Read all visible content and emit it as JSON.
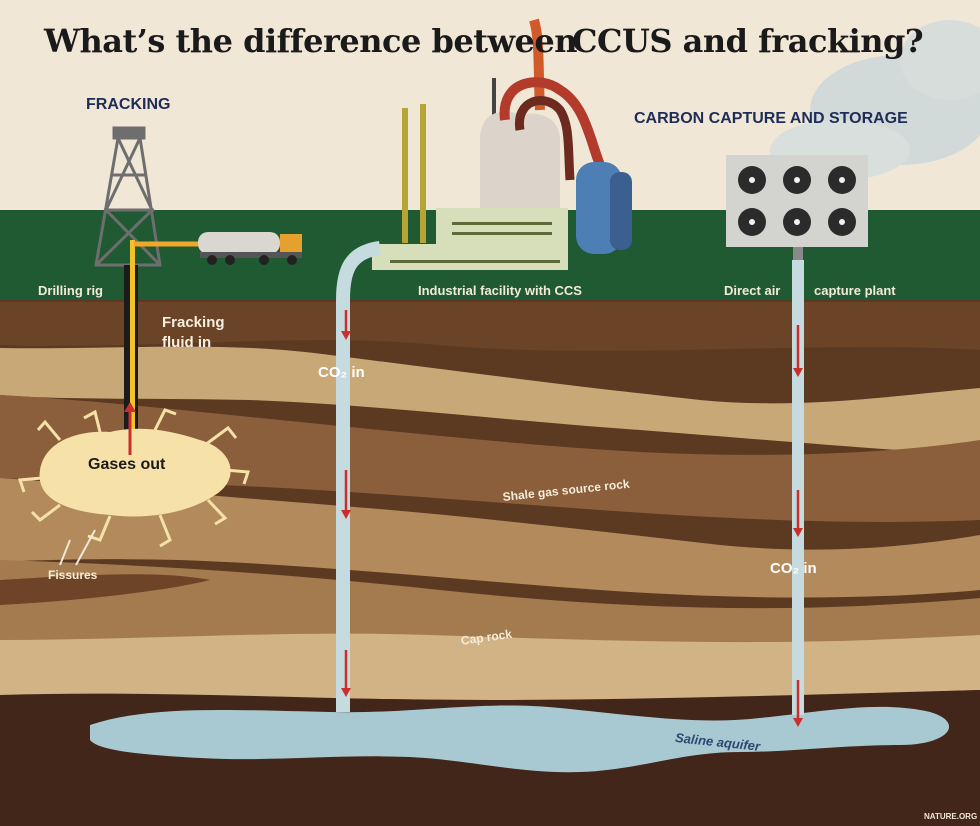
{
  "title": {
    "part1": "What’s the difference between",
    "part2": "CCUS and fracking?"
  },
  "sections": {
    "fracking": "FRACKING",
    "ccs": "CARBON CAPTURE AND STORAGE"
  },
  "labels": {
    "drilling_rig": "Drilling rig",
    "industrial_facility": "Industrial facility with CCS",
    "direct_air": "Direct air",
    "capture_plant": "capture plant",
    "fracking_fluid_line1": "Fracking",
    "fracking_fluid_line2": "fluid in",
    "gases_out": "Gases out",
    "fissures": "Fissures",
    "co2_in_left": "CO₂ in",
    "co2_in_right": "CO₂ in",
    "shale": "Shale gas source rock",
    "cap_rock": "Cap rock",
    "saline_aquifer": "Saline aquifer"
  },
  "credit": "NATURE.ORG",
  "colors": {
    "sky": "#f1e7d7",
    "grass": "#1f5a32",
    "soil_dark": "#5c3a22",
    "soil_mid": "#a47a4f",
    "soil_light": "#c9a878",
    "aquifer": "#a9c9d2",
    "pipe": "#c5dbe0",
    "arrow": "#c9302b",
    "title_blue": "#1e2d57"
  }
}
